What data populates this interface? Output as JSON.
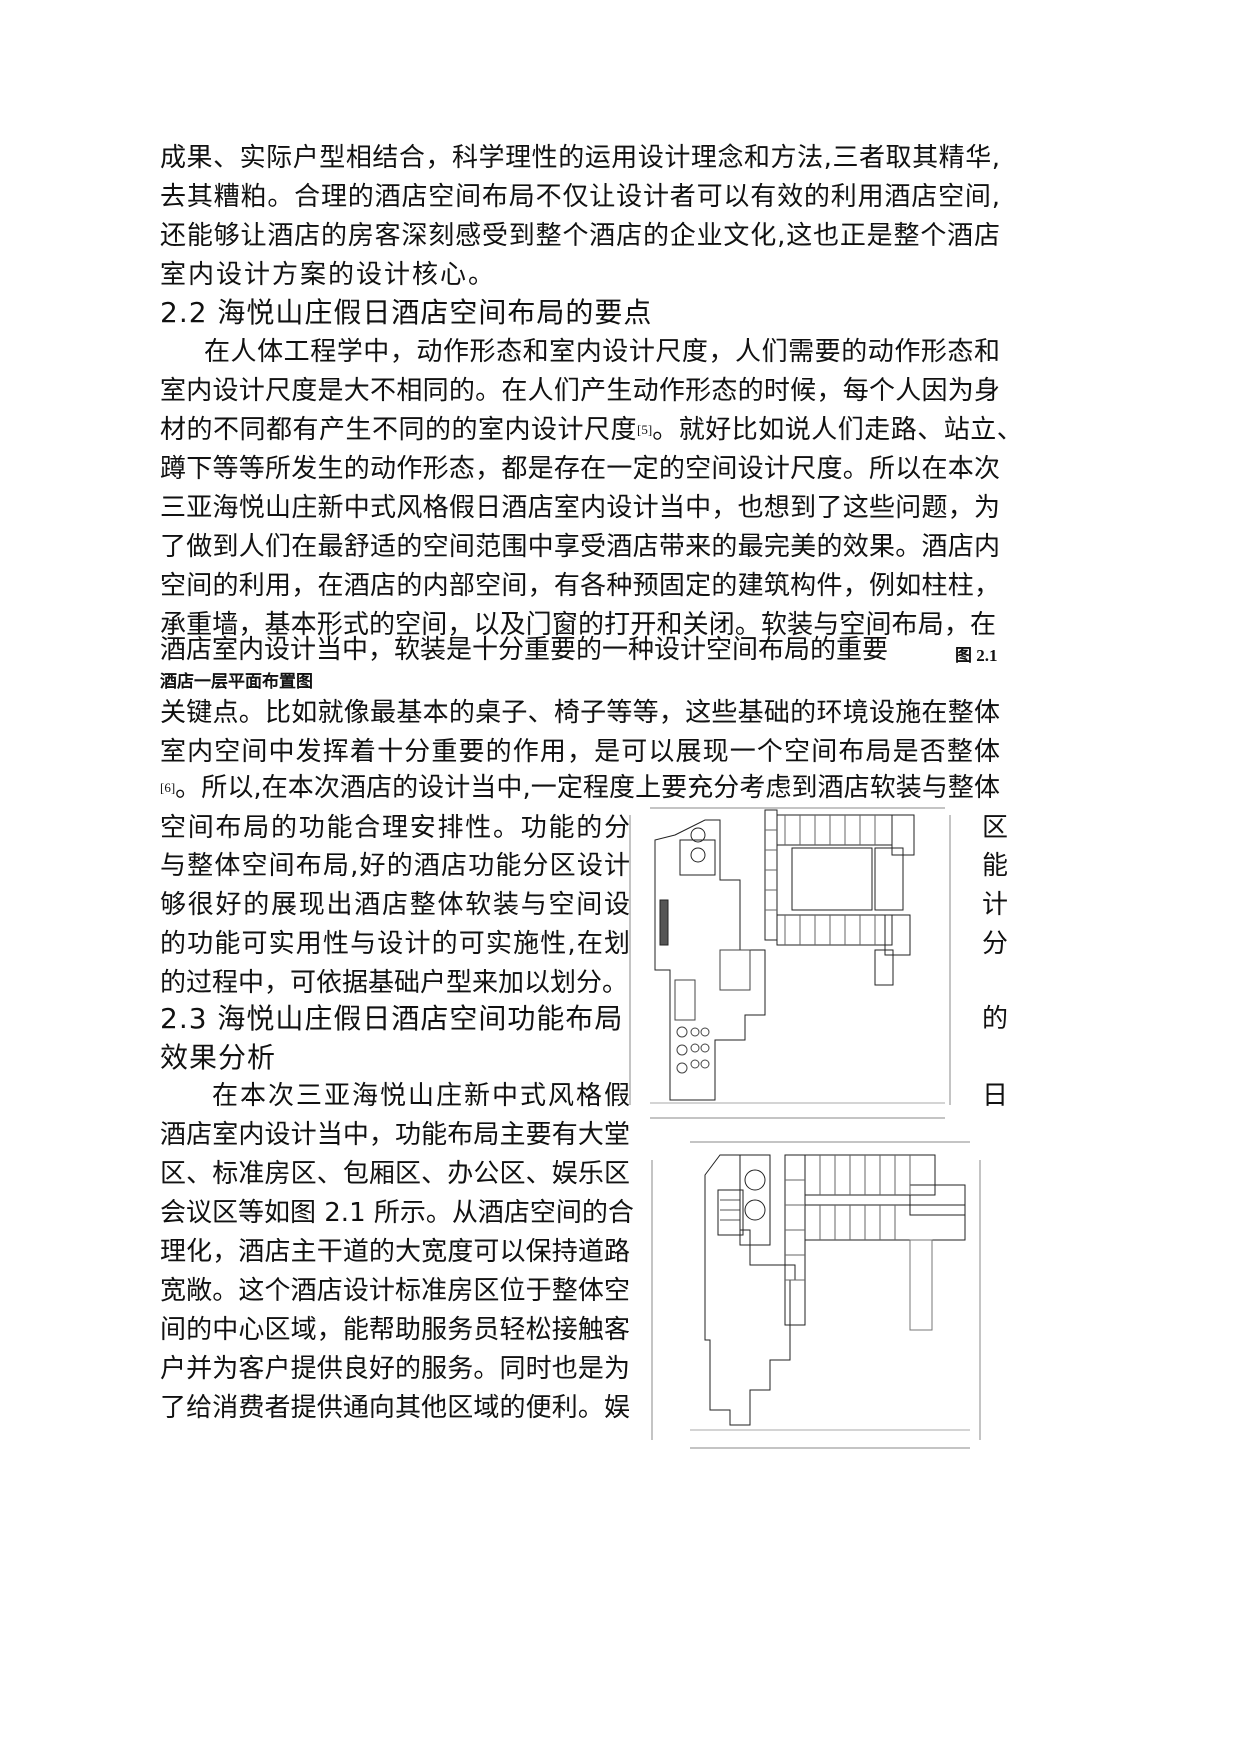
{
  "lines_top": [
    "成果、实际户型相结合，科学理性的运用设计理念和方法,三者取其精华,",
    "去其糟粕。合理的酒店空间布局不仅让设计者可以有效的利用酒店空间,",
    "还能够让酒店的房客深刻感受到整个酒店的企业文化,这也正是整个酒店",
    "室内设计方案的设计核心。"
  ],
  "heading_2_2": "2.2 海悦山庄假日酒店空间布局的要点",
  "para_2_2": [
    "在人体工程学中，动作形态和室内设计尺度，人们需要的动作形态和",
    "室内设计尺度是大不相同的。在人们产生动作形态的时候，每个人因为身",
    "材的不同都有产生不同的的室内设计尺度",
    "。就好比如说人们走路、站立、",
    "蹲下等等所发生的动作形态，都是存在一定的空间设计尺度。所以在本次",
    "三亚海悦山庄新中式风格假日酒店室内设计当中，也想到了这些问题，为",
    "了做到人们在最舒适的空间范围中享受酒店带来的最完美的效果。酒店内",
    "空间的利用，在酒店的内部空间，有各种预固定的建筑构件，例如柱柱，",
    "承重墙，基本形式的空间，以及门窗的打开和关闭。软装与空间布局，在",
    "酒店室内设计当中，软装是十分重要的一种设计空间布局的重要",
    "关键点。比如就像最基本的桌子、椅子等等，这些基础的环境设施在整体",
    "室内空间中发挥着十分重要的作用，是可以展现一个空间布局是否整体",
    "。所以,在本次酒店的设计当中,一定程度上要充分考虑到酒店软装与整体",
    "空间布局的功能合理安排性。功能的分",
    "与整体空间布局,好的酒店功能分区设计",
    "够很好的展现出酒店整体软装与空间设",
    "的功能可实用性与设计的可实施性,在划",
    "的过程中，可依据基础户型来加以划分。"
  ],
  "citations": [
    "[5]",
    "[6]"
  ],
  "figure_caption": {
    "number": "图 2.1",
    "title": "酒店一层平面布置图"
  },
  "wrap_right_chars": [
    "区",
    "能",
    "计",
    "分",
    "的",
    "日"
  ],
  "heading_2_3": [
    "2.3 海悦山庄假日酒店空间功能布局",
    "效果分析"
  ],
  "para_2_3": [
    "在本次三亚海悦山庄新中式风格假",
    "酒店室内设计当中，功能布局主要有大堂",
    "区、标准房区、包厢区、办公区、娱乐区",
    "会议区等如图 2.1 所示。从酒店空间的合",
    "理化，酒店主干道的大宽度可以保持道路",
    "宽敞。这个酒店设计标准房区位于整体空",
    "间的中心区域，能帮助服务员轻松接触客",
    "户并为客户提供良好的服务。同时也是为",
    "了给消费者提供通向其他区域的便利。娱"
  ]
}
